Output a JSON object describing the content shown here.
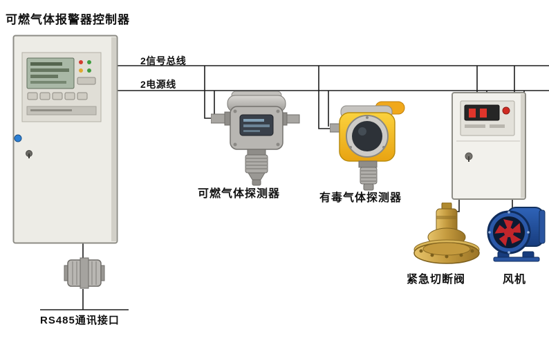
{
  "diagram": {
    "title": "可燃气体报警器控制器",
    "wires": {
      "signal_bus_label": "2信号总线",
      "power_line_label": "2电源线"
    },
    "devices": {
      "combustible_detector": {
        "label": "可燃气体探测器"
      },
      "toxic_detector": {
        "label": "有毒气体探测器"
      },
      "emergency_valve": {
        "label": "紧急切断阀"
      },
      "fan": {
        "label": "风机"
      },
      "rs485_interface": {
        "label": "RS485通讯接口"
      }
    },
    "colors": {
      "wire": "#1b1b1b",
      "cabinet_body": "#edece6",
      "lcd_green": "#a9b8a6",
      "detector_gray": "#b8b6b2",
      "detector_yellow": "#f2b71e",
      "valve_brass": "#c49a3e",
      "fan_blue": "#1d4e9e",
      "impeller_red": "#c2262b",
      "display_red": "#e0352b"
    }
  }
}
